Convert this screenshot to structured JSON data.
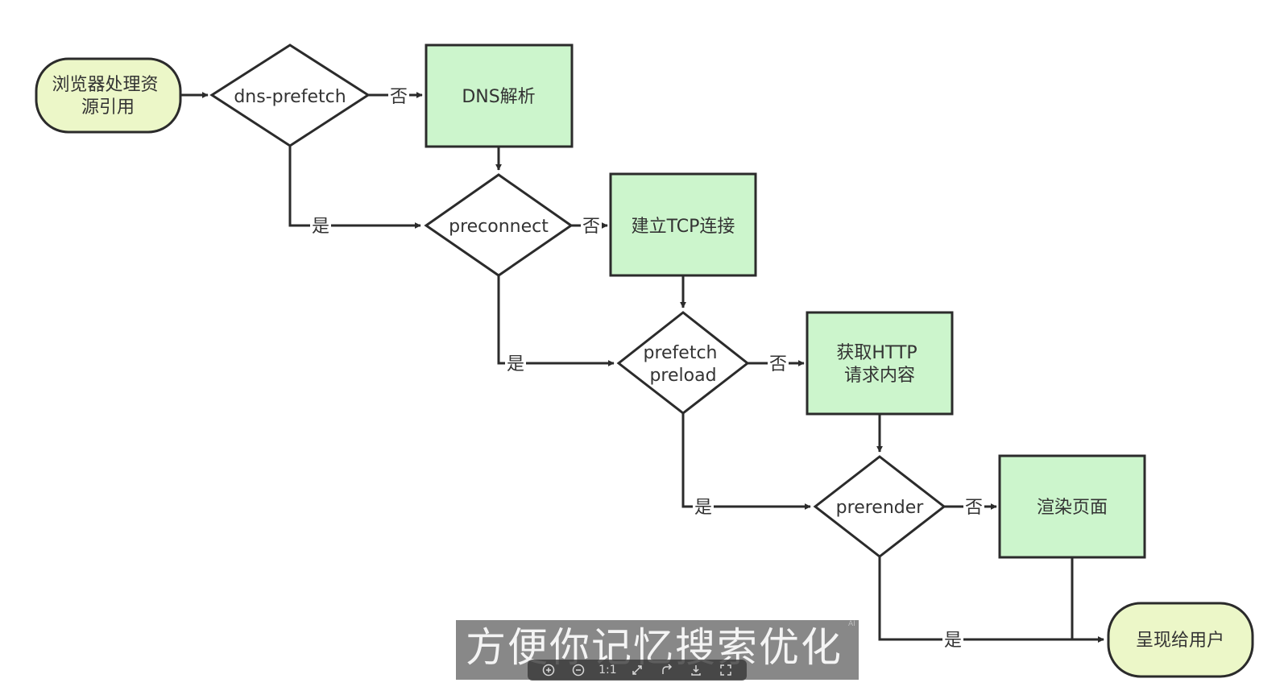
{
  "diagram": {
    "nodes": {
      "start": "浏览器处理资源引用",
      "d_dns": "dns-prefetch",
      "p_dns": "DNS解析",
      "d_preconnect": "preconnect",
      "p_tcp": "建立TCP连接",
      "d_prefetch": "prefetch preload",
      "p_http": "获取HTTP请求内容",
      "d_prerender": "prerender",
      "p_render": "渲染页面",
      "end": "呈现给用户"
    },
    "edge_labels": {
      "yes": "是",
      "no": "否"
    }
  },
  "caption": {
    "text": "方便你记忆搜索优化",
    "ai_mark": "AI"
  },
  "toolbar": {
    "actual_size_label": "1:1",
    "icons": [
      "zoom-in-icon",
      "zoom-out-icon",
      "actual-size-icon",
      "expand-icon",
      "rotate-icon",
      "download-icon",
      "fullscreen-icon"
    ]
  },
  "colors": {
    "node_fill": "#ccf5cc",
    "terminal_fill": "#ecf7c8",
    "stroke": "#2b2b2b",
    "background": "#ffffff"
  }
}
